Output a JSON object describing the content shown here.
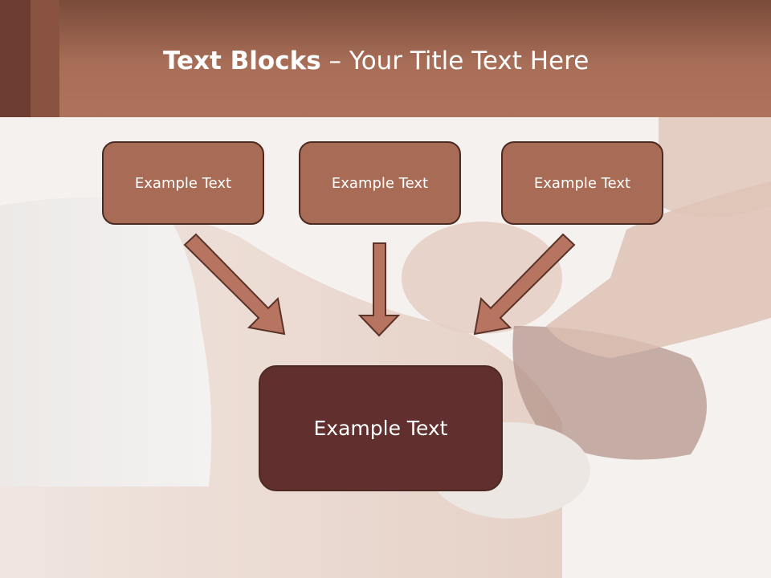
{
  "header": {
    "title_bold": "Text Blocks",
    "title_separator": " – ",
    "title_rest": "Your Title Text Here"
  },
  "diagram": {
    "boxes": [
      {
        "label": "Example Text"
      },
      {
        "label": "Example Text"
      },
      {
        "label": "Example Text"
      }
    ],
    "main_box": {
      "label": "Example Text"
    }
  },
  "colors": {
    "header_top": "#7a4b3a",
    "header_bottom": "#ad735c",
    "box_fill": "#a86c56",
    "main_box_fill": "#622f2f",
    "arrow_fill": "#b77460",
    "arrow_stroke": "#5a3328"
  }
}
